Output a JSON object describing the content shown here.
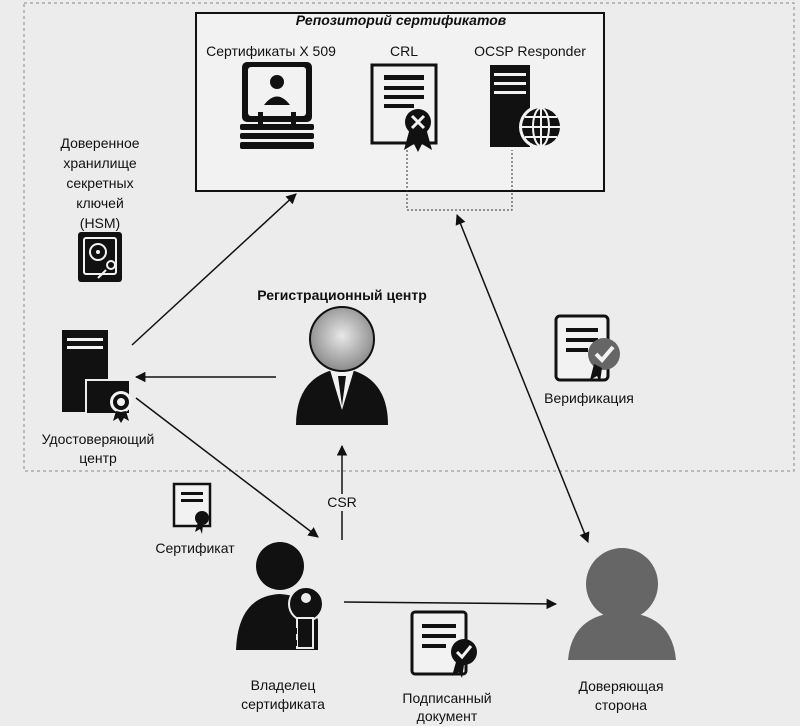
{
  "repository": {
    "title": "Репозиторий сертификатов",
    "x509": "Сертификаты X 509",
    "crl": "CRL",
    "ocsp": "OCSP Responder"
  },
  "hsm": {
    "line1": "Доверенное",
    "line2": "хранилище",
    "line3": "секретных",
    "line4": "ключей",
    "line5": "(HSM)"
  },
  "ra": {
    "label": "Регистрационный центр"
  },
  "ca": {
    "line1": "Удостоверяющий",
    "line2": "центр"
  },
  "verification": "Верификация",
  "csr": "CSR",
  "certificate": "Сертификат",
  "owner": {
    "line1": "Владелец",
    "line2": "сертификата"
  },
  "signed_doc": {
    "line1": "Подписанный",
    "line2": "документ"
  },
  "relying_party": {
    "line1": "Доверяющая",
    "line2": "сторона"
  }
}
